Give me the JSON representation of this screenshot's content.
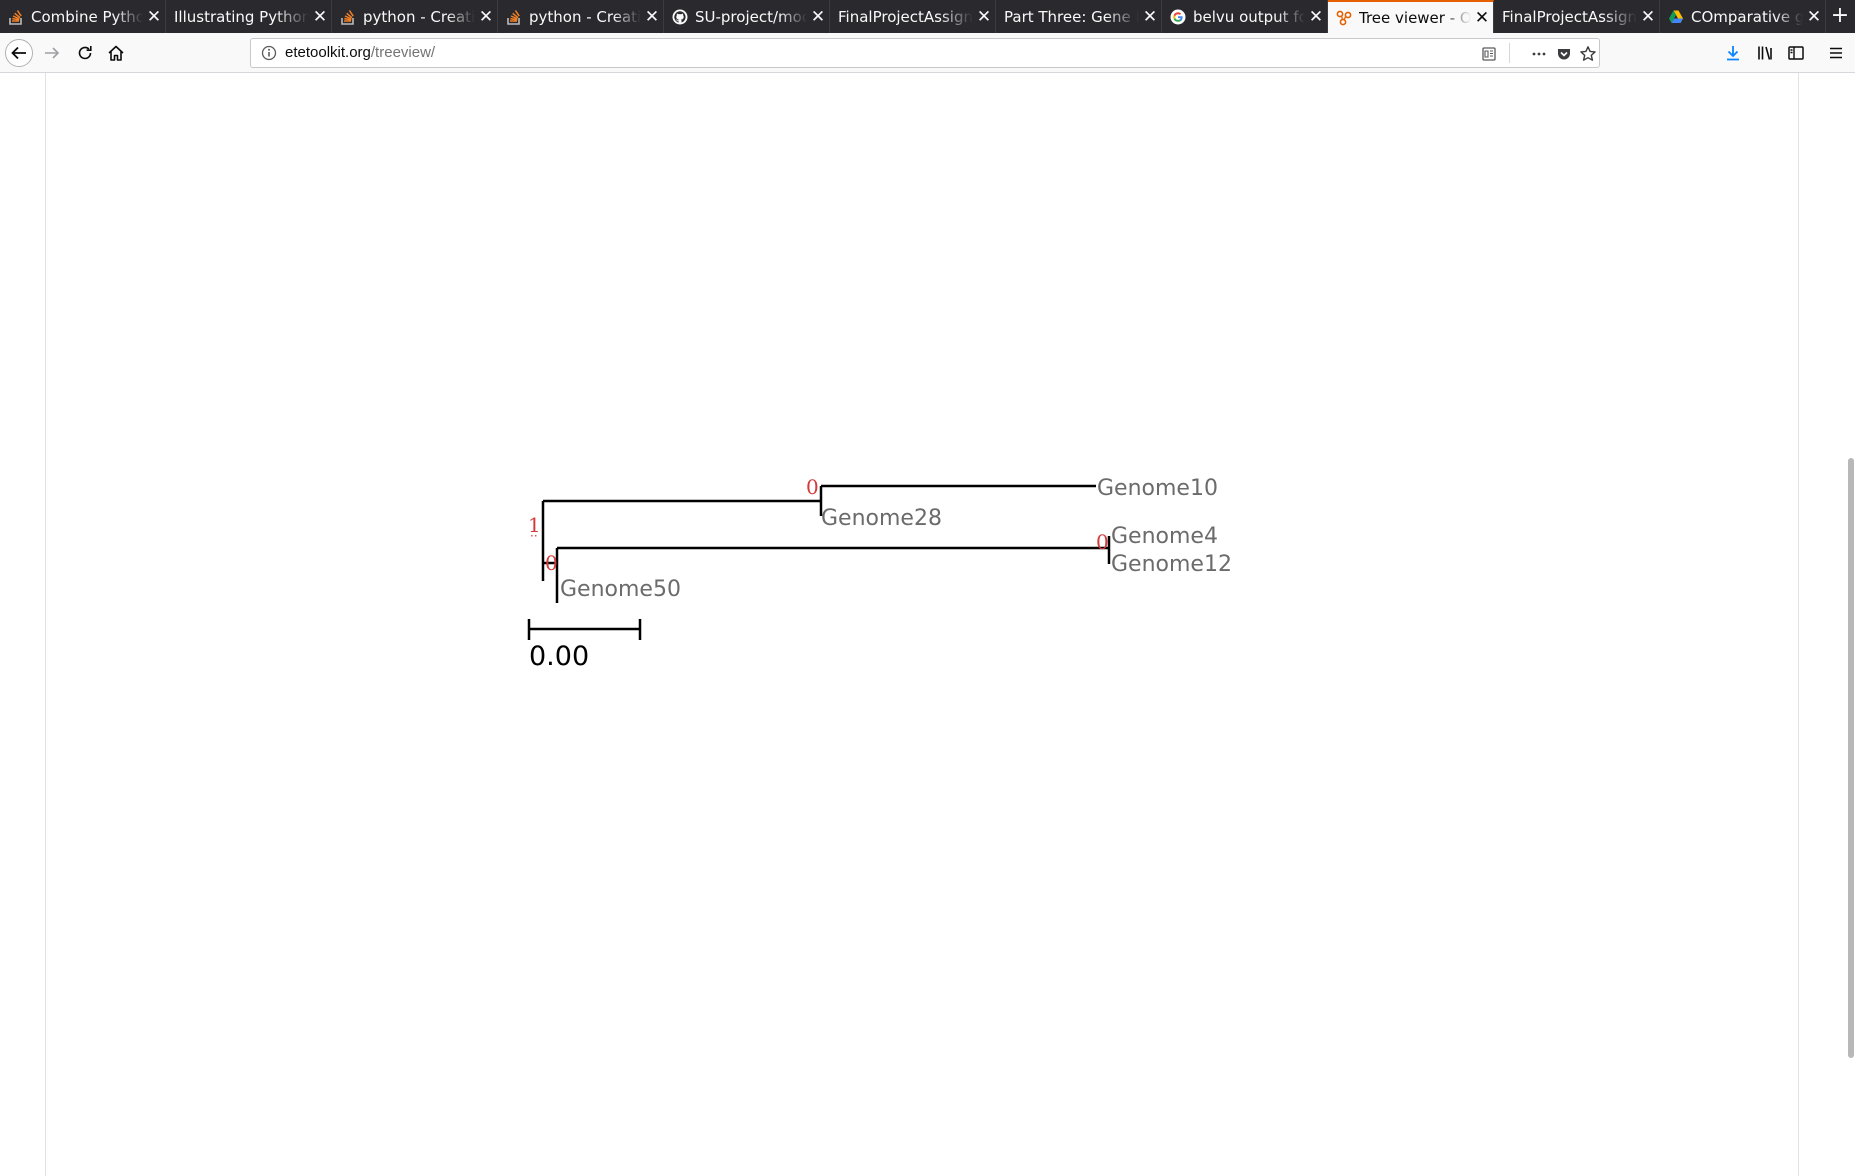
{
  "browser": {
    "tabs": [
      {
        "title": "Combine Python",
        "favicon": "stackoverflow-icon",
        "active": false
      },
      {
        "title": "Illustrating Python",
        "favicon": "none",
        "active": false
      },
      {
        "title": "python - Creating",
        "favicon": "stackoverflow-icon",
        "active": false
      },
      {
        "title": "python - Creating",
        "favicon": "stackoverflow-icon",
        "active": false
      },
      {
        "title": "SU-project/mod",
        "favicon": "github-icon",
        "active": false
      },
      {
        "title": "FinalProjectAssign",
        "favicon": "none",
        "active": false
      },
      {
        "title": "Part Three: Gene E",
        "favicon": "none",
        "active": false
      },
      {
        "title": "belvu output fo",
        "favicon": "google-icon",
        "active": false
      },
      {
        "title": "Tree viewer - Onl",
        "favicon": "ete-icon",
        "active": true
      },
      {
        "title": "FinalProjectAssign",
        "favicon": "none",
        "active": false
      },
      {
        "title": "COmparative g",
        "favicon": "drive-icon",
        "active": false
      }
    ],
    "close_glyph": "✕",
    "new_tab_glyph": "+",
    "url": {
      "host": "etetoolkit.org",
      "path": "/treeview/"
    }
  },
  "tree": {
    "leaves": [
      "Genome10",
      "Genome28",
      "Genome4",
      "Genome12",
      "Genome50"
    ],
    "support_values": {
      "root": "1",
      "clade_a": "0",
      "clade_b": "0",
      "clade_c": "0"
    },
    "scale_label": "0.00",
    "colors": {
      "branch": "#000000",
      "leaf_text": "#6b6b6b",
      "support": "#d33a3a"
    }
  }
}
